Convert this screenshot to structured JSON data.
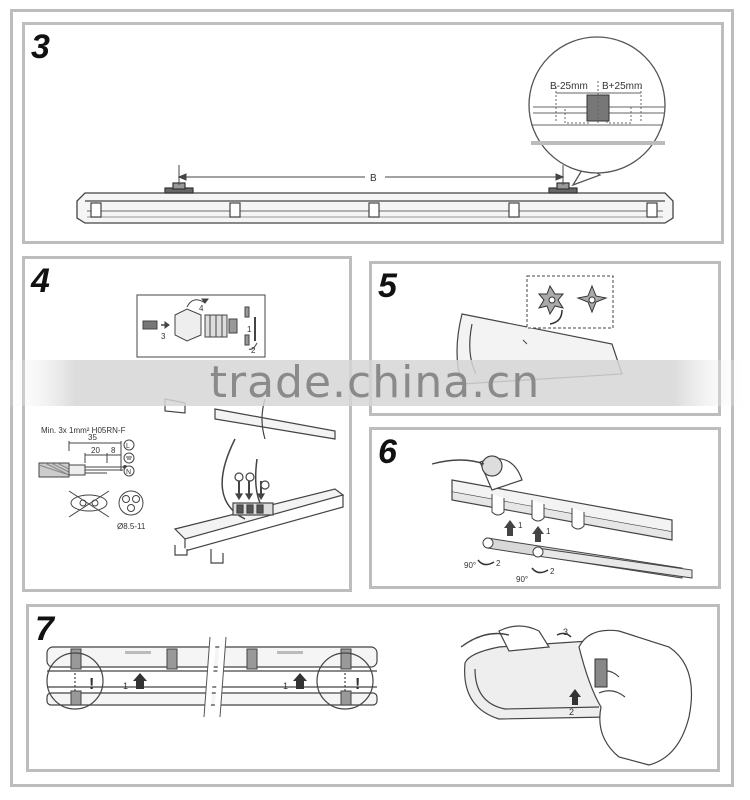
{
  "steps": {
    "s3": "3",
    "s4": "4",
    "s5": "5",
    "s6": "6",
    "s7": "7"
  },
  "panel3": {
    "dim_b": "B",
    "dim_minus": "B-25mm",
    "dim_plus": "B+25mm"
  },
  "panel4": {
    "cable_spec": "Min. 3x 1mm² H05RN-F",
    "len_35": "35",
    "len_20": "20",
    "len_8": "8",
    "diameter": "Ø8.5-11",
    "term_l": "L",
    "term_n": "N",
    "gland_1": "1",
    "gland_2": "2",
    "gland_3": "3",
    "gland_4": "4"
  },
  "panel6": {
    "num_1a": "1",
    "num_1b": "1",
    "num_2a": "2",
    "num_2b": "2",
    "deg_a": "90°",
    "deg_b": "90°"
  },
  "panel7": {
    "num_1a": "1",
    "num_1b": "1",
    "num_2": "2",
    "num_3": "3",
    "warn_a": "!",
    "warn_b": "!"
  },
  "watermark": "trade.china.cn",
  "colors": {
    "border": "#bdbdbd",
    "line": "#333333",
    "watermark_band": "#d6d6d6"
  }
}
